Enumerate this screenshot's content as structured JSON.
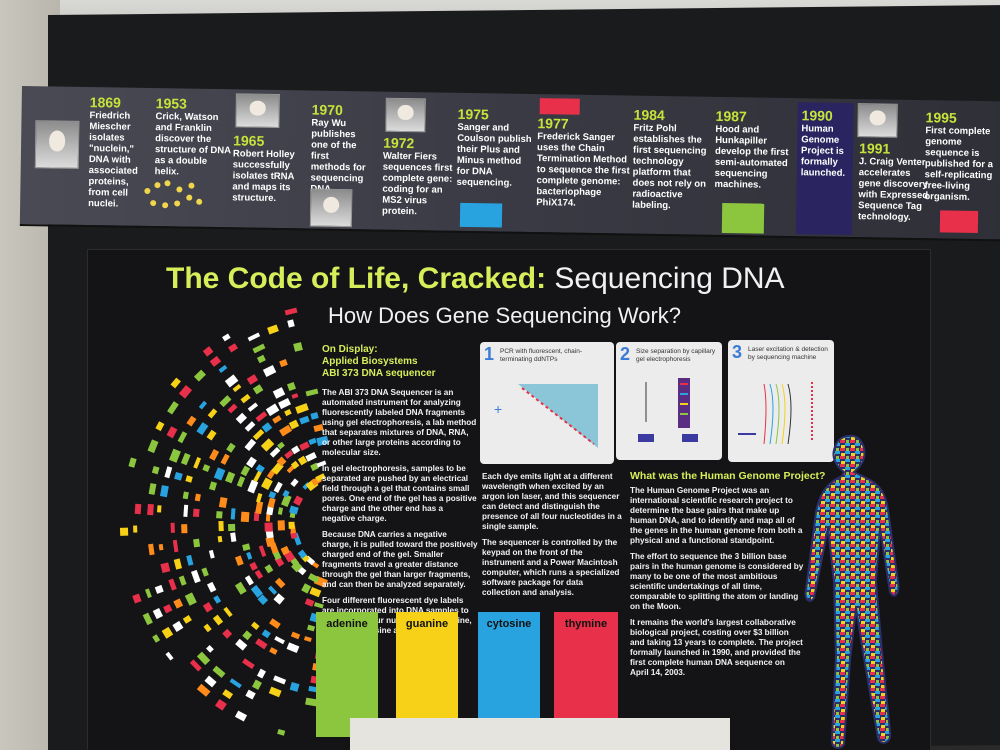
{
  "timeline": [
    {
      "year": "1869",
      "text": "Friedrich Miescher isolates \"nuclein,\" DNA with associated proteins, from cell nuclei."
    },
    {
      "year": "1953",
      "text": "Crick, Watson and Franklin discover the structure of DNA as a double helix."
    },
    {
      "year": "1965",
      "text": "Robert Holley successfully isolates tRNA and maps its structure."
    },
    {
      "year": "1970",
      "text": "Ray Wu publishes one of the first methods for sequencing DNA."
    },
    {
      "year": "1972",
      "text": "Walter Fiers sequences first complete gene: coding for an MS2 virus protein."
    },
    {
      "year": "1975",
      "text": "Sanger and Coulson publish their Plus and Minus method for DNA sequencing."
    },
    {
      "year": "1977",
      "text": "Frederick Sanger uses the Chain Termination Method to sequence the first complete genome: bacteriophage PhiX174."
    },
    {
      "year": "1984",
      "text": "Fritz Pohl establishes the first sequencing technology platform that does not rely on radioactive labeling."
    },
    {
      "year": "1987",
      "text": "Hood and Hunkapiller develop the first semi-automated sequencing machines."
    },
    {
      "year": "1990",
      "text": "Human Genome Project is formally launched."
    },
    {
      "year": "1991",
      "text": "J. Craig Venter accelerates gene discovery with Expressed Sequence Tag technology."
    },
    {
      "year": "1995",
      "text": "First complete genome sequence is published for a self-replicating free-living organism."
    }
  ],
  "panel": {
    "title_a": "The Code of Life, Cracked:",
    "title_b": "Sequencing DNA",
    "subtitle": "How Does Gene Sequencing Work?",
    "on_display_1": "On Display:",
    "on_display_2": "Applied Biosystems",
    "on_display_3": "ABI 373 DNA sequencer",
    "left_paras": [
      "The ABI 373 DNA Sequencer is an automated instrument for analyzing fluorescently labeled DNA fragments using gel electrophoresis, a lab method that separates mixtures of DNA, RNA, or other large proteins according to molecular size.",
      "In gel electrophoresis, samples to be separated are pushed by an electrical field through a gel that contains small pores. One end of the gel has a positive charge and the other end has a negative charge.",
      "Because DNA carries a negative charge, it is pulled toward the positively charged end of the gel. Smaller fragments travel a greater distance through the gel than larger fragments, and can then be analyzed separately.",
      "Four different fluorescent dye labels are incorporated into DNA samples to identify the four nucleotides– adenine, guanine, cytosine and thymine."
    ],
    "middle_paras": [
      "Each dye emits light at a different wavelength when excited by an argon ion laser, and this sequencer can detect and distinguish the presence of all four nucleotides in a single sample.",
      "The sequencer is controlled by the keypad on the front of the instrument and a Power Macintosh computer, which runs a specialized software package for data collection and analysis."
    ],
    "steps": [
      {
        "num": "1",
        "text": "PCR with fluorescent, chain-terminating ddNTPs"
      },
      {
        "num": "2",
        "text": "Size separation by capillary gel electrophoresis"
      },
      {
        "num": "3",
        "text": "Laser excitation & detection by sequencing machine"
      }
    ],
    "hgp_heading": "What was the Human Genome Project?",
    "hgp_paras": [
      "The Human Genome Project was an international scientific research project to determine the base pairs that make up human DNA, and to identify and map all of the genes in the human genome from both a physical and a functional standpoint.",
      "The effort to sequence the 3 billion base pairs in the human genome is considered by many to be one of the most ambitious scientific undertakings of all time, comparable to splitting the atom or landing on the Moon.",
      "It remains the world's largest collaborative biological project, costing over $3 billion and taking 13 years to complete. The project formally launched in 1990, and provided the first complete human DNA sequence on April 14, 2003."
    ],
    "swatches": [
      {
        "label": "adenine",
        "color": "#8cc63f"
      },
      {
        "label": "guanine",
        "color": "#f7d117"
      },
      {
        "label": "cytosine",
        "color": "#29a3e0"
      },
      {
        "label": "thymine",
        "color": "#e8304a"
      }
    ]
  },
  "colors": {
    "accent": "#d7ee5a",
    "adenine": "#8cc63f",
    "guanine": "#f7d117",
    "cytosine": "#29a3e0",
    "thymine": "#e8304a"
  }
}
